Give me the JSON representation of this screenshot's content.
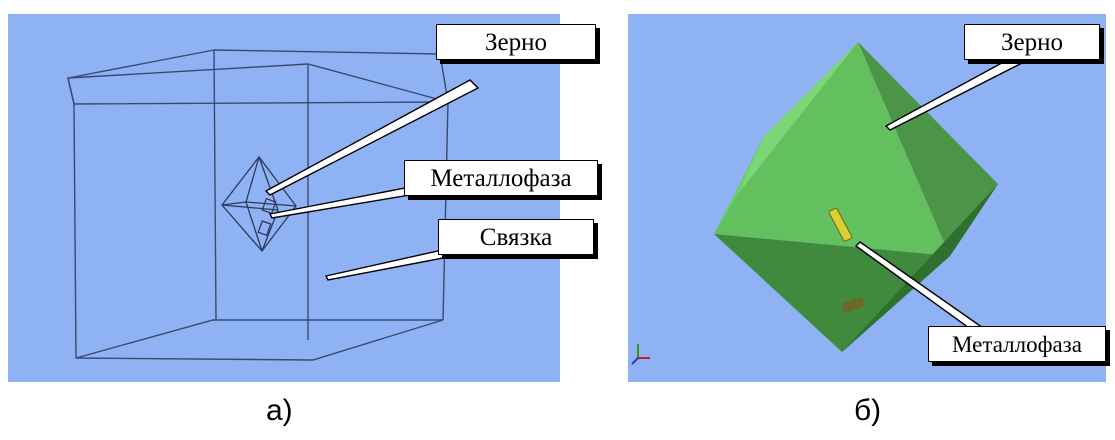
{
  "colors": {
    "background": "#8fb2f5",
    "grain_green": "#5cb85c",
    "metal_yellow": "#d8d030"
  },
  "panel_a": {
    "callouts": {
      "grain": "Зерно",
      "metal_phase": "Металлофаза",
      "binder": "Связка"
    },
    "caption": "а)"
  },
  "panel_b": {
    "callouts": {
      "grain": "Зерно",
      "metal_phase": "Металлофаза"
    },
    "caption": "б)"
  }
}
